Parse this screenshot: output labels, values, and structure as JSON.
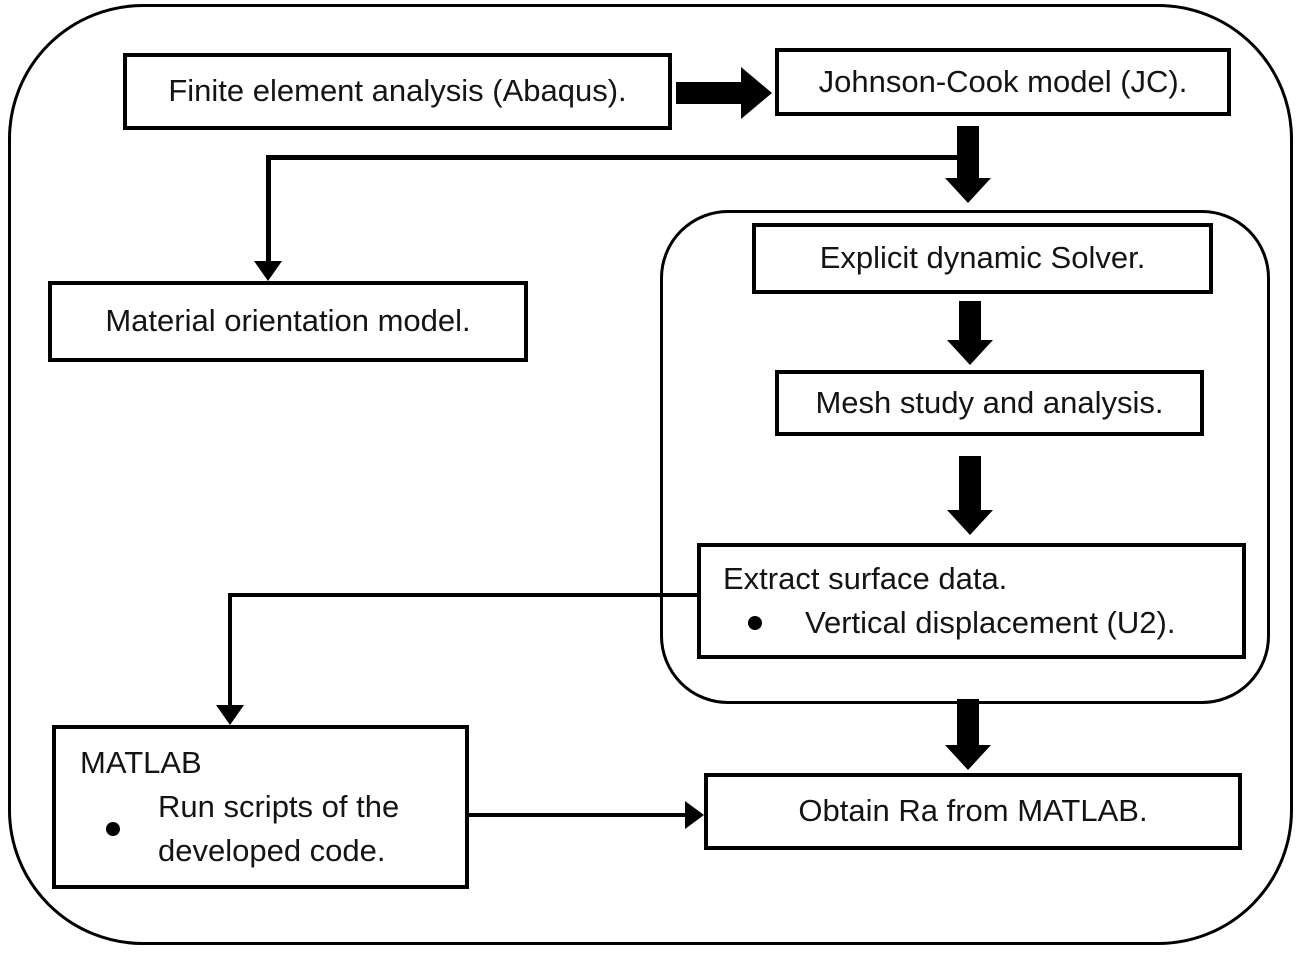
{
  "colors": {
    "stroke": "#000000",
    "background": "#ffffff",
    "text": "#141414"
  },
  "icons": {
    "bullet": "bullet-dot"
  },
  "flowchart": {
    "boxes": {
      "finite_element": {
        "label": "Finite element analysis (Abaqus)."
      },
      "johnson_cook": {
        "label": "Johnson-Cook model (JC)."
      },
      "material_orientation": {
        "label": "Material orientation model."
      },
      "explicit_solver": {
        "label": "Explicit dynamic Solver."
      },
      "mesh_study": {
        "label": "Mesh study and analysis."
      },
      "extract_surface": {
        "title": "Extract surface data.",
        "bullet": "Vertical displacement (U2)."
      },
      "matlab": {
        "title": "MATLAB",
        "bullet_lines": [
          "Run scripts of the",
          "developed code."
        ]
      },
      "obtain_ra": {
        "label": "Obtain Ra from MATLAB."
      }
    },
    "connections": [
      {
        "from": "finite_element",
        "to": "johnson_cook",
        "style": "thick-right-arrow"
      },
      {
        "from": "johnson_cook",
        "to": "explicit_solver",
        "style": "thick-down-arrow"
      },
      {
        "from": "johnson_cook",
        "to": "material_orientation",
        "style": "thin-elbow-arrow"
      },
      {
        "from": "explicit_solver",
        "to": "mesh_study",
        "style": "thick-down-arrow"
      },
      {
        "from": "mesh_study",
        "to": "extract_surface",
        "style": "thick-down-arrow"
      },
      {
        "from": "extract_surface",
        "to": "matlab",
        "style": "thin-elbow-arrow"
      },
      {
        "from": "solver_group",
        "to": "obtain_ra",
        "style": "thick-down-arrow"
      },
      {
        "from": "matlab",
        "to": "obtain_ra",
        "style": "thin-right-arrow"
      }
    ]
  }
}
